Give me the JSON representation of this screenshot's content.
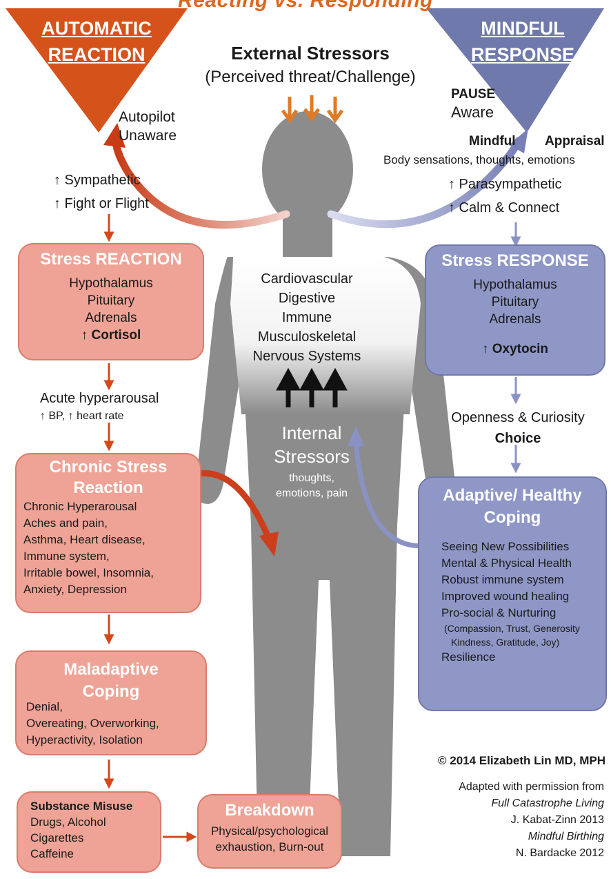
{
  "title": "Reacting vs. Responding",
  "left_triangle": {
    "line1": "AUTOMATIC",
    "line2": "REACTION"
  },
  "right_triangle": {
    "line1": "MINDFUL",
    "line2": "RESPONSE"
  },
  "external": {
    "title": "External Stressors",
    "subtitle": "(Perceived threat/Challenge)"
  },
  "left_flow": {
    "autopilot": "Autopilot",
    "unaware": "Unaware",
    "sympathetic": "↑ Sympathetic",
    "fight": "↑ Fight or Flight",
    "stress_reaction": {
      "title": "Stress REACTION",
      "lines": [
        "Hypothalamus",
        "Pituitary",
        "Adrenals"
      ],
      "hormone": "↑ Cortisol"
    },
    "acute": "Acute hyperarousal",
    "acute_sub": "↑ BP,  ↑ heart rate",
    "chronic": {
      "title1": "Chronic Stress",
      "title2": "Reaction",
      "lines": [
        "Chronic Hyperarousal",
        "Aches and pain,",
        "Asthma, Heart disease,",
        "Immune system,",
        "Irritable bowel, Insomnia,",
        "Anxiety, Depression"
      ]
    },
    "maladaptive": {
      "title1": "Maladaptive",
      "title2": "Coping",
      "lines": [
        "Denial,",
        "Overeating, Overworking,",
        "Hyperactivity, Isolation"
      ]
    },
    "substance": {
      "title": "Substance Misuse",
      "lines": [
        "Drugs, Alcohol",
        "Cigarettes",
        "Caffeine"
      ]
    },
    "breakdown": {
      "title": "Breakdown",
      "lines": [
        "Physical/psychological",
        "exhaustion,  Burn-out"
      ]
    }
  },
  "right_flow": {
    "pause": "PAUSE",
    "aware": "Aware",
    "mindful": "Mindful",
    "appraisal": "Appraisal",
    "body_sensations": "Body sensations, thoughts, emotions",
    "parasympathetic": "↑ Parasympathetic",
    "calm": "↑ Calm & Connect",
    "stress_response": {
      "title": "Stress RESPONSE",
      "lines": [
        "Hypothalamus",
        "Pituitary",
        "Adrenals"
      ],
      "hormone": "↑ Oxytocin"
    },
    "openness": "Openness & Curiosity",
    "choice": "Choice",
    "adaptive": {
      "title1": "Adaptive/ Healthy",
      "title2": "Coping",
      "lines": [
        "Seeing New Possibilities",
        "Mental  & Physical Health",
        "Robust immune system",
        "Improved wound healing",
        "Pro-social & Nurturing"
      ],
      "small_lines": [
        "(Compassion,  Trust, Generosity",
        "Kindness, Gratitude, Joy)"
      ],
      "last": "Resilience"
    }
  },
  "body": {
    "systems": [
      "Cardiovascular",
      "Digestive",
      "Immune",
      "Musculoskeletal",
      "Nervous Systems"
    ],
    "internal1": "Internal",
    "internal2": "Stressors",
    "internal_sub1": "thoughts,",
    "internal_sub2": "emotions, pain"
  },
  "credits": {
    "copyright": "© 2014 Elizabeth Lin MD, MPH",
    "lines": [
      "Adapted with permission from",
      "Full Catastrophe Living",
      "J. Kabat-Zinn 2013",
      "Mindful Birthing",
      "N. Bardacke 2012"
    ]
  },
  "colors": {
    "orange_triangle": "#d5531b",
    "blue_triangle": "#6f79ac",
    "red_box": "#eea396",
    "blue_box": "#8f97c6",
    "arrow_red": "#d4481c",
    "arrow_blue": "#8a92c4",
    "silhouette": "#8c8c8c"
  }
}
